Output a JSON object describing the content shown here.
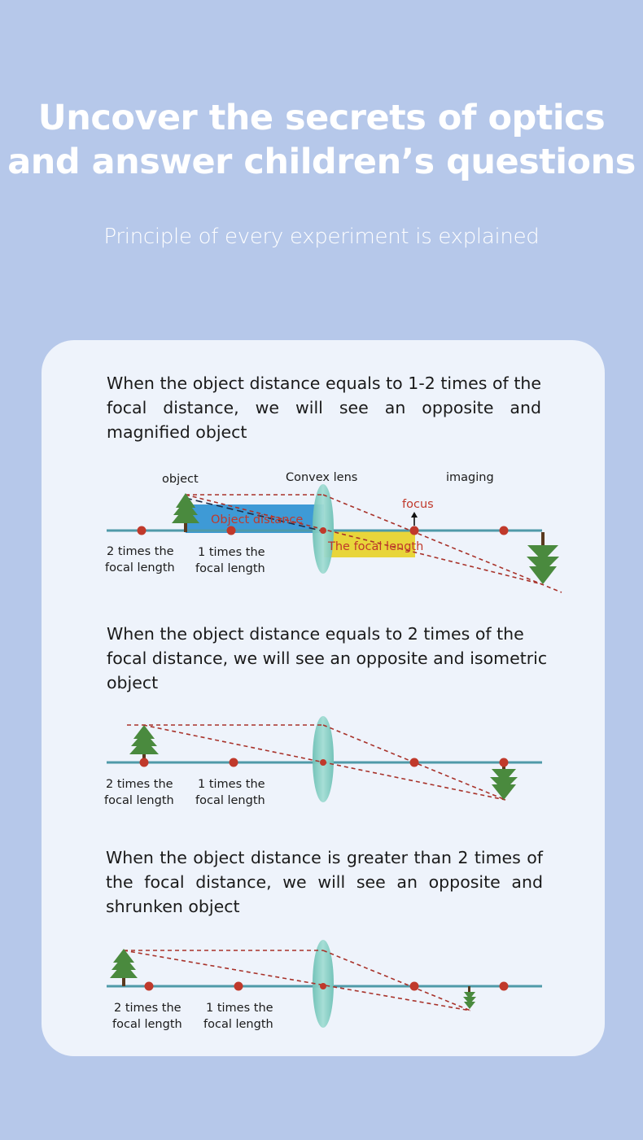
{
  "header": {
    "title_line1": "Uncover the secrets of optics",
    "title_line2": "and answer children’s questions",
    "subtitle": "Principle of every experiment is explained"
  },
  "sections": [
    {
      "text": "When the object distance equals to 1-2 times of the focal distance, we will see an opposite and magnified object",
      "labels": {
        "object": "object",
        "lens": "Convex lens",
        "imaging": "imaging",
        "focus": "focus",
        "object_distance": "Object distance",
        "focal_length": "The focal length",
        "two_times_l1": "2 times the",
        "two_times_l2": "focal length",
        "one_times_l1": "1 times the",
        "one_times_l2": "focal length"
      }
    },
    {
      "text": "When the object distance equals to 2 times of the focal distance, we will see an opposite and isometric object",
      "labels": {
        "two_times_l1": "2 times the",
        "two_times_l2": "focal length",
        "one_times_l1": "1 times the",
        "one_times_l2": "focal length"
      }
    },
    {
      "text": "When the object distance is greater than 2 times of the focal distance, we will see an opposite and shrunken object",
      "labels": {
        "two_times_l1": "2 times the",
        "two_times_l2": "focal length",
        "one_times_l1": "1 times the",
        "one_times_l2": "focal length"
      }
    }
  ],
  "colors": {
    "background": "#b6c8ea",
    "card": "#eef3fb",
    "axis": "#4f9aa8",
    "lens": "#7fc9c0",
    "point": "#c0392b",
    "ray": "#a8322a",
    "tree": "#4a8a3e",
    "trunk": "#5a3a1e",
    "object_distance_bar": "#3e9ad6",
    "focal_length_bar": "#e8d53a"
  }
}
